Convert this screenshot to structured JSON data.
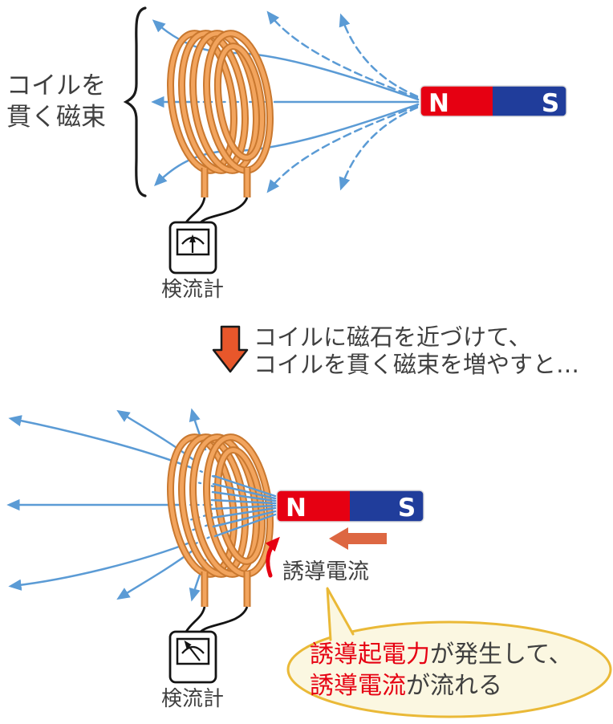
{
  "colors": {
    "flux_blue": "#5B9BD5",
    "coil_outline": "#C9782F",
    "coil_fill": "#F2A45D",
    "magnet_red": "#E60012",
    "magnet_blue": "#203D9B",
    "accent_red": "#E60012",
    "text_gray": "#3F3F3F",
    "motion_arrow_orange": "#DD6742",
    "transition_arrow_orange": "#E8572B",
    "bubble_fill": "#FBF7E1",
    "bubble_border": "#EAB937"
  },
  "top_diagram": {
    "flux_label_line1": "コイルを",
    "flux_label_line2": "貫く磁束",
    "galvanometer_label": "検流計",
    "magnet_n": "N",
    "magnet_s": "S"
  },
  "transition": {
    "line1": "コイルに磁石を近づけて、",
    "line2": "コイルを貫く磁束を増やすと…"
  },
  "bottom_diagram": {
    "galvanometer_label": "検流計",
    "magnet_n": "N",
    "magnet_s": "S",
    "induced_current_label": "誘導電流",
    "bubble_line1_highlight": "誘導起電力",
    "bubble_line1_rest": "が発生して、",
    "bubble_line2_highlight": "誘導電流",
    "bubble_line2_rest": "が流れる"
  }
}
